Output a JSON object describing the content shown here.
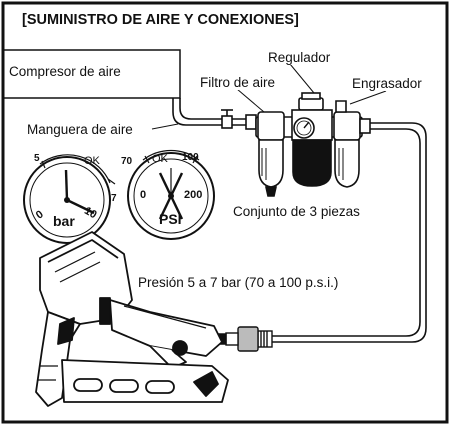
{
  "title": "[SUMINISTRO DE AIRE Y CONEXIONES]",
  "labels": {
    "compressor": "Compresor de aire",
    "regulator": "Regulador",
    "air_filter": "Filtro de aire",
    "lubricator": "Engrasador",
    "air_hose": "Manguera de aire",
    "three_piece_unit": "Conjunto de 3 piezas",
    "pressure": "Presión 5 a 7 bar (70 a 100 p.s.i.)"
  },
  "gauge_bar": {
    "unit": "bar",
    "tick_5": "5",
    "tick_ok": "OK",
    "tick_7": "7",
    "scale_0": "0",
    "scale_10": "10"
  },
  "gauge_psi": {
    "unit": "PSI",
    "tick_70": "70",
    "tick_ok": "OK",
    "tick_100": "100",
    "scale_0": "0",
    "scale_200": "200"
  }
}
